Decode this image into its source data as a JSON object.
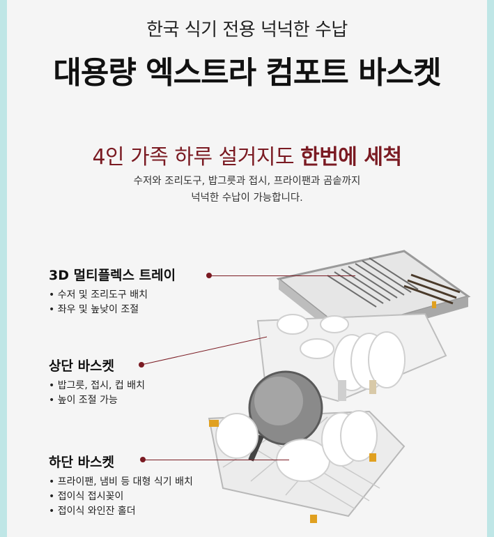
{
  "header": {
    "subtitle": "한국 식기 전용 넉넉한 수납",
    "title": "대용량 엑스트라 컴포트 바스켓"
  },
  "headline": {
    "part1": "4인 가족 하루 설거지도 ",
    "part2": "한번에 세척"
  },
  "description": {
    "line1": "수저와 조리도구, 밥그릇과 접시, 프라이팬과 곰솥까지",
    "line2": "넉넉한 수납이 가능합니다."
  },
  "features": [
    {
      "title": "3D 멀티플렉스 트레이",
      "bullets": [
        "수저 및 조리도구 배치",
        "좌우 및 높낮이 조절"
      ]
    },
    {
      "title": "상단 바스켓",
      "bullets": [
        "밥그릇, 접시, 컵 배치",
        "높이 조절 가능"
      ]
    },
    {
      "title": "하단 바스켓",
      "bullets": [
        "프라이팬, 냄비 등 대형 식기 배치",
        "접이식 접시꽂이",
        "접이식 와인잔 홀더"
      ]
    }
  ],
  "colors": {
    "accent": "#7a1a22",
    "frame_border": "#bfe6e6",
    "background": "#f5f5f5"
  }
}
